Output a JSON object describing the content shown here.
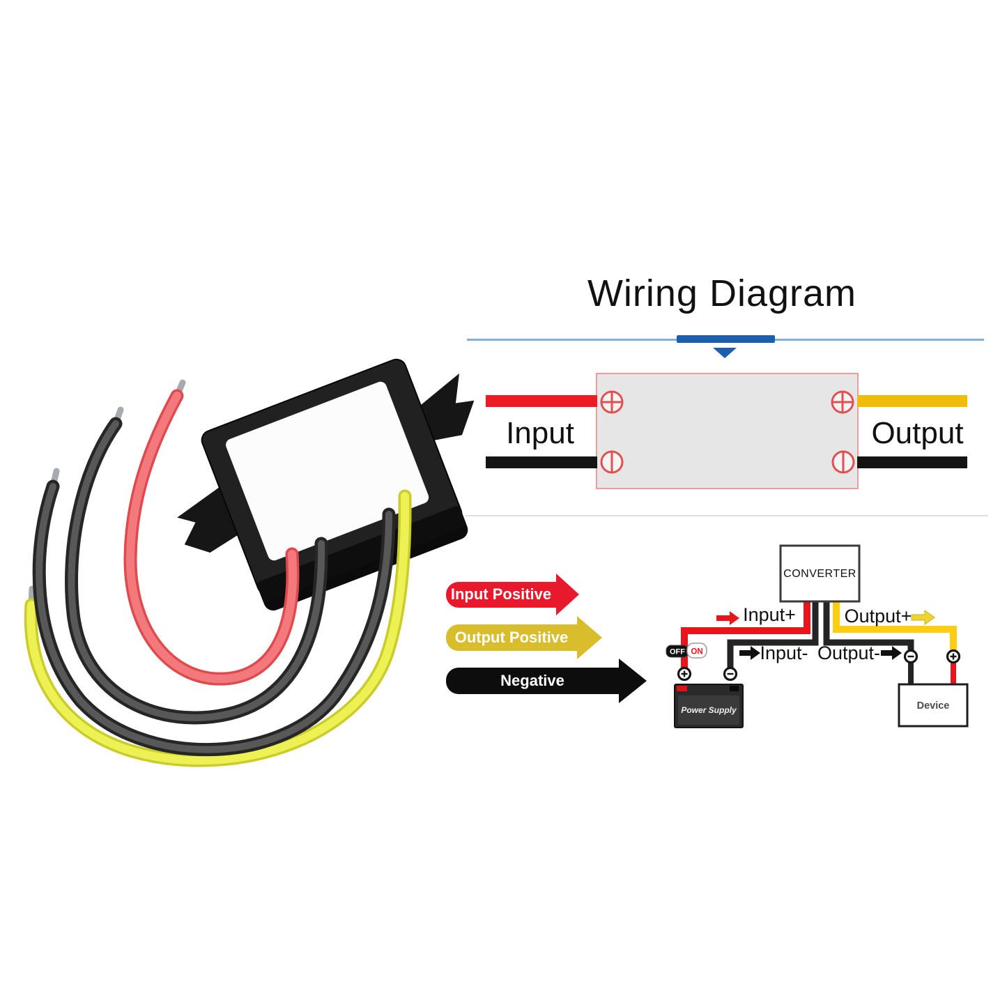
{
  "title": "Wiring Diagram",
  "schematic": {
    "input_label": "Input",
    "output_label": "Output"
  },
  "legend": {
    "arrows": [
      {
        "label": "Input Positive",
        "color": "#E8192C"
      },
      {
        "label": "Output Positive",
        "color": "#D9BD2C"
      },
      {
        "label": "Negative",
        "color": "#0D0D0D"
      }
    ]
  },
  "circuit": {
    "converter_label": "CONVERTER",
    "labels": {
      "input_pos": "Input+",
      "input_neg": "Input-",
      "output_pos": "Output+",
      "output_neg": "Output-"
    },
    "switch": {
      "off": "OFF",
      "on": "ON"
    },
    "power_supply_label": "Power Supply",
    "device_label": "Device"
  },
  "colors": {
    "wire_red": "#EE1B24",
    "wire_yellow": "#EFBC0C",
    "wire_black": "#141414",
    "line_blue_light": "#7FB0DE",
    "line_blue_dark": "#1D5FAE",
    "terminal_screw_red": "#E15050",
    "module_fill": "#E6E6E6",
    "module_border": "#F29B9B",
    "photo_wire_red": "#F4797C",
    "photo_wire_yellow": "#EEF153",
    "photo_wire_black": "#585858"
  }
}
